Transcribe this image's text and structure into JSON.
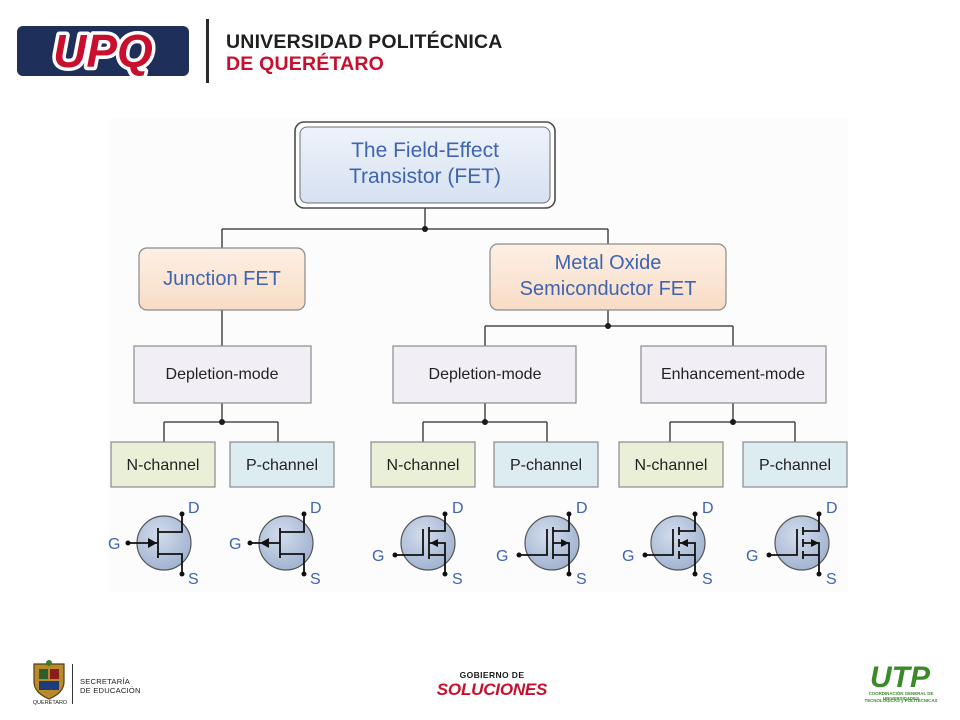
{
  "header": {
    "logo_text": "UPQ",
    "university_line1": "UNIVERSIDAD POLITÉCNICA",
    "university_line2": "DE QUERÉTARO"
  },
  "diagram": {
    "root": {
      "line1": "The Field-Effect",
      "line2": "Transistor (FET)"
    },
    "jfet": {
      "label": "Junction FET"
    },
    "mosfet": {
      "line1": "Metal Oxide",
      "line2": "Semiconductor FET"
    },
    "modes": {
      "jfet_depletion": "Depletion-mode",
      "mos_depletion": "Depletion-mode",
      "mos_enhancement": "Enhancement-mode"
    },
    "channels": {
      "n1": "N-channel",
      "p1": "P-channel",
      "n2": "N-channel",
      "p2": "P-channel",
      "n3": "N-channel",
      "p3": "P-channel"
    },
    "terminals": {
      "drain": "D",
      "gate": "G",
      "source": "S"
    },
    "colors": {
      "root_fill": "#dde6f3",
      "fet_fill": "#fbe5d3",
      "mode_fill": "#f1eff5",
      "n_channel_fill": "#eaf0d8",
      "p_channel_fill": "#dcecf0",
      "symbol_fill": "#b4c3dc",
      "terminal_text": "#3f64b0"
    }
  },
  "footer": {
    "estado_label": "QUERÉTARO",
    "secretaria_line1": "SECRETARÍA",
    "secretaria_line2": "DE EDUCACIÓN",
    "gobierno_line1": "GOBIERNO DE",
    "gobierno_line2": "SOLUCIONES",
    "utp_logo_text": "UTP",
    "utp_line1": "COORDINACIÓN GENERAL DE UNIVERSIDADES",
    "utp_line2": "TECNOLÓGICAS y POLITÉCNICAS"
  }
}
